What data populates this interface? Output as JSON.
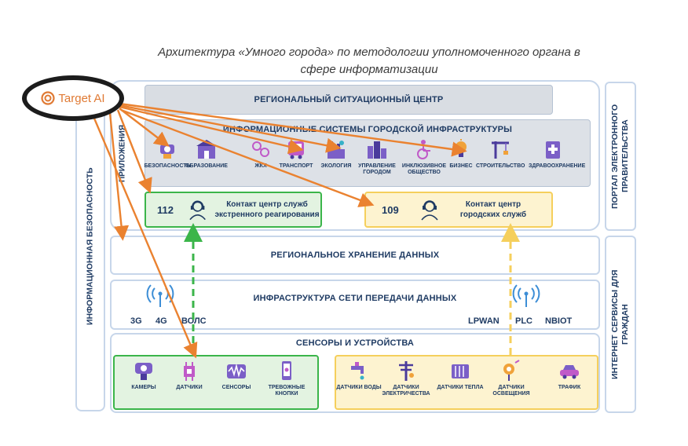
{
  "title": {
    "line1": "Архитектура «Умного города» по методологии уполномоченного органа в",
    "line2": "сфере информатизации"
  },
  "logo": {
    "text": "Target AI",
    "icon": "target-logo-icon"
  },
  "left_label": "ИНФОРМАЦИОННАЯ БЕЗОПАСНОСТЬ",
  "apps_label": "ПРИЛОЖЕНИЯ",
  "right_top_label": "ПОРТАЛ ЭЛЕКТРОННОГО\nПРАВИТЕЛЬСТВА",
  "right_bottom_label": "ИНТЕРНЕТ СЕРВИСЫ  ДЛЯ\nГРАЖДАН",
  "situation_center": "РЕГИОНАЛЬНЫЙ СИТУАЦИОННЫЙ ЦЕНТР",
  "city_infra": {
    "title": "ИНФОРМАЦИОННЫЕ СИСТЕМЫ ГОРОДСКОЙ ИНФРАСТРУКТУРЫ",
    "items": [
      {
        "label": "БЕЗОПАСНОСТЬ",
        "icon": "camera-icon"
      },
      {
        "label": "ОБРАЗОВАНИЕ",
        "icon": "school-icon"
      },
      {
        "label": "ЖКХ",
        "icon": "molecule-icon"
      },
      {
        "label": "ТРАНСПОРТ",
        "icon": "bus-icon"
      },
      {
        "label": "ЭКОЛОГИЯ",
        "icon": "factory-icon"
      },
      {
        "label": "УПРАВЛЕНИЕ ГОРОДОМ",
        "icon": "city-icon"
      },
      {
        "label": "ИНКЛЮЗИВНОЕ ОБЩЕСТВО",
        "icon": "wheelchair-icon"
      },
      {
        "label": "БИЗНЕС",
        "icon": "lightbulb-icon"
      },
      {
        "label": "СТРОИТЕЛЬСТВО",
        "icon": "crane-icon"
      },
      {
        "label": "ЗДРАВООХРАНЕНИЕ",
        "icon": "medical-icon"
      }
    ]
  },
  "contact_112": {
    "number": "112",
    "text": "Контакт центр служб экстренного реагирования"
  },
  "contact_109": {
    "number": "109",
    "text": "Контакт центр городских служб"
  },
  "storage": "РЕГИОНАЛЬНОЕ ХРАНЕНИЕ  ДАННЫХ",
  "network": {
    "title": "ИНФРАСТРУКТУРА СЕТИ ПЕРЕДАЧИ ДАННЫХ",
    "left_tech": [
      "3G",
      "4G",
      "ВОЛС"
    ],
    "right_tech": [
      "LPWAN",
      "PLC",
      "NBIOT"
    ]
  },
  "sensors": {
    "title": "СЕНСОРЫ И УСТРОЙСТВА",
    "green_items": [
      {
        "label": "КАМЕРЫ",
        "icon": "cctv-icon"
      },
      {
        "label": "ДАТЧИКИ",
        "icon": "chip-icon"
      },
      {
        "label": "СЕНСОРЫ",
        "icon": "waveform-icon"
      },
      {
        "label": "ТРЕВОЖНЫЕ КНОПКИ",
        "icon": "phone-icon"
      }
    ],
    "yellow_items": [
      {
        "label": "ДАТЧИКИ ВОДЫ",
        "icon": "water-tap-icon"
      },
      {
        "label": "ДАТЧИКИ ЭЛЕКТРИЧЕСТВА",
        "icon": "power-pole-icon"
      },
      {
        "label": "ДАТЧИКИ ТЕПЛА",
        "icon": "radiator-icon"
      },
      {
        "label": "ДАТЧИКИ ОСВЕЩЕНИЯ",
        "icon": "lamp-icon"
      },
      {
        "label": "ТРАФИК",
        "icon": "car-icon"
      }
    ]
  },
  "colors": {
    "dark_blue": "#1f3b63",
    "green": "#3bb54a",
    "green_fill": "#e3f3e1",
    "yellow": "#f5cf5c",
    "yellow_fill": "#fdf3d0",
    "orange": "#ea8230",
    "band_border": "#c7d6ea"
  }
}
